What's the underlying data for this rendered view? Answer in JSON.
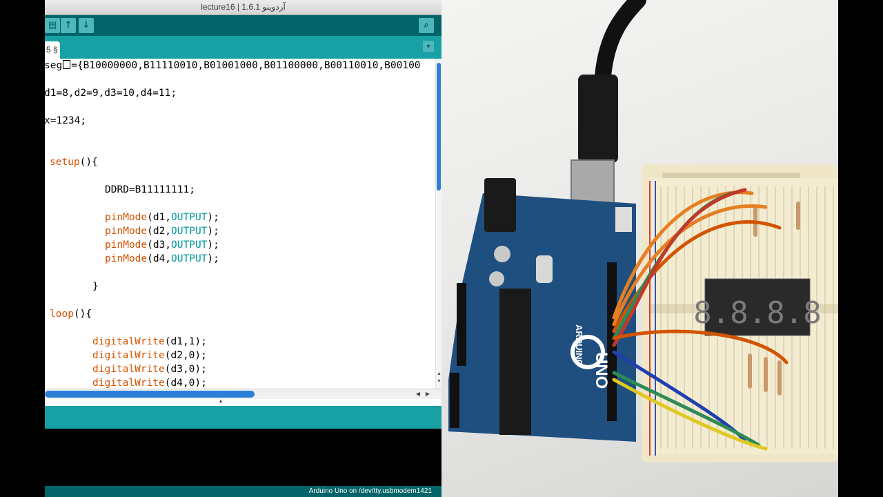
{
  "window": {
    "title": "lecture16 | 1.6.1 آردوینو"
  },
  "toolbar": {
    "buttons": [
      {
        "icon": "new-icon"
      },
      {
        "icon": "open-icon"
      },
      {
        "icon": "save-icon"
      },
      {
        "icon": "serial-monitor-icon"
      }
    ]
  },
  "tab": {
    "label": "5 §",
    "menu_icon": "tab-menu-icon"
  },
  "editor": {
    "lines": {
      "seg_prefix": "seg",
      "seg_values": "={B10000000,B11110010,B01001000,B01100000,B00110010,B00100",
      "pins": "d1=8,d2=9,d3=10,d4=11;",
      "x": "x=1234;",
      "setup_kw": "setup",
      "setup_rest": "(){",
      "ddrd": "DDRD=B11111111;",
      "pinmode_kw": "pinMode",
      "output_kw": "OUTPUT",
      "pm1_arg": "(d1,",
      "pm2_arg": "(d2,",
      "pm3_arg": "(d3,",
      "pm4_arg": "(d4,",
      "pm_end": ");",
      "close_brace": "}",
      "loop_kw": "loop",
      "loop_rest": "(){",
      "dw_kw": "digitalWrite",
      "dw1_arg": "(d1,1);",
      "dw2_arg": "(d2,0);",
      "dw3_arg": "(d3,0);",
      "dw4_arg": "(d4,0);"
    }
  },
  "statusbar": {
    "text": "Arduino Uno on /dev/tty.usbmodem1421"
  },
  "photo": {
    "board_logo": "ARDUINO",
    "board_model": "UNO",
    "display_text": "8.8.8.8"
  },
  "colors": {
    "toolbar": "#006468",
    "tabbar": "#17a1a5",
    "keyword_orange": "#d35400",
    "keyword_teal": "#00979c",
    "board_blue": "#1f4f7f"
  }
}
